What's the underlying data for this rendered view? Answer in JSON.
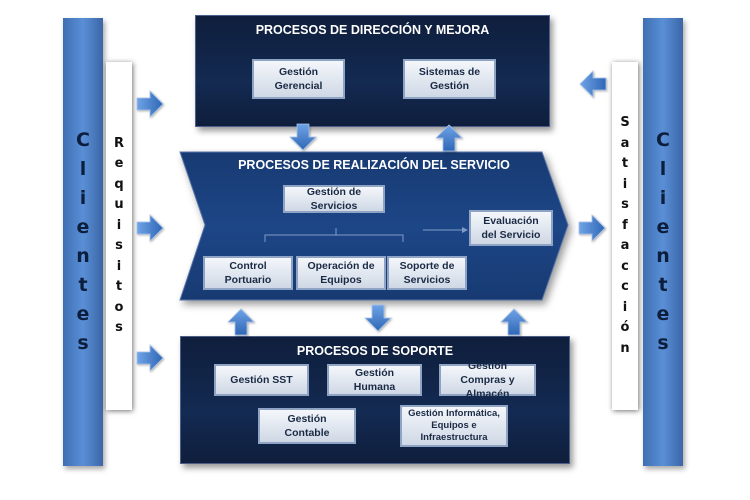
{
  "left_bar": {
    "text": "Clientes"
  },
  "left_strip": {
    "text": "Requisitos"
  },
  "right_strip": {
    "text": "Satisfacción"
  },
  "right_bar": {
    "text": "Clientes"
  },
  "top_panel": {
    "title": "PROCESOS DE DIRECCIÓN Y MEJORA",
    "boxes": [
      "Gestión Gerencial",
      "Sistemas de Gestión"
    ]
  },
  "middle_panel": {
    "title": "PROCESOS DE REALIZACIÓN DEL SERVICIO",
    "top_box": "Gestión de Servicios",
    "bottom_boxes": [
      "Control Portuario",
      "Operación de Equipos",
      "Soporte de Servicios"
    ],
    "right_box": "Evaluación del Servicio"
  },
  "bottom_panel": {
    "title": "PROCESOS DE SOPORTE",
    "boxes": [
      "Gestión SST",
      "Gestión Humana",
      "Gestión Compras y Almacén",
      "Gestión Contable",
      "Gestión Informática, Equipos e Infraestructura"
    ]
  },
  "colors": {
    "bar_blue": "#4a7fc5",
    "panel_navy": "#122547",
    "arrow_blue": "#3e7cd0",
    "box_fill": "#e6ecf4"
  }
}
